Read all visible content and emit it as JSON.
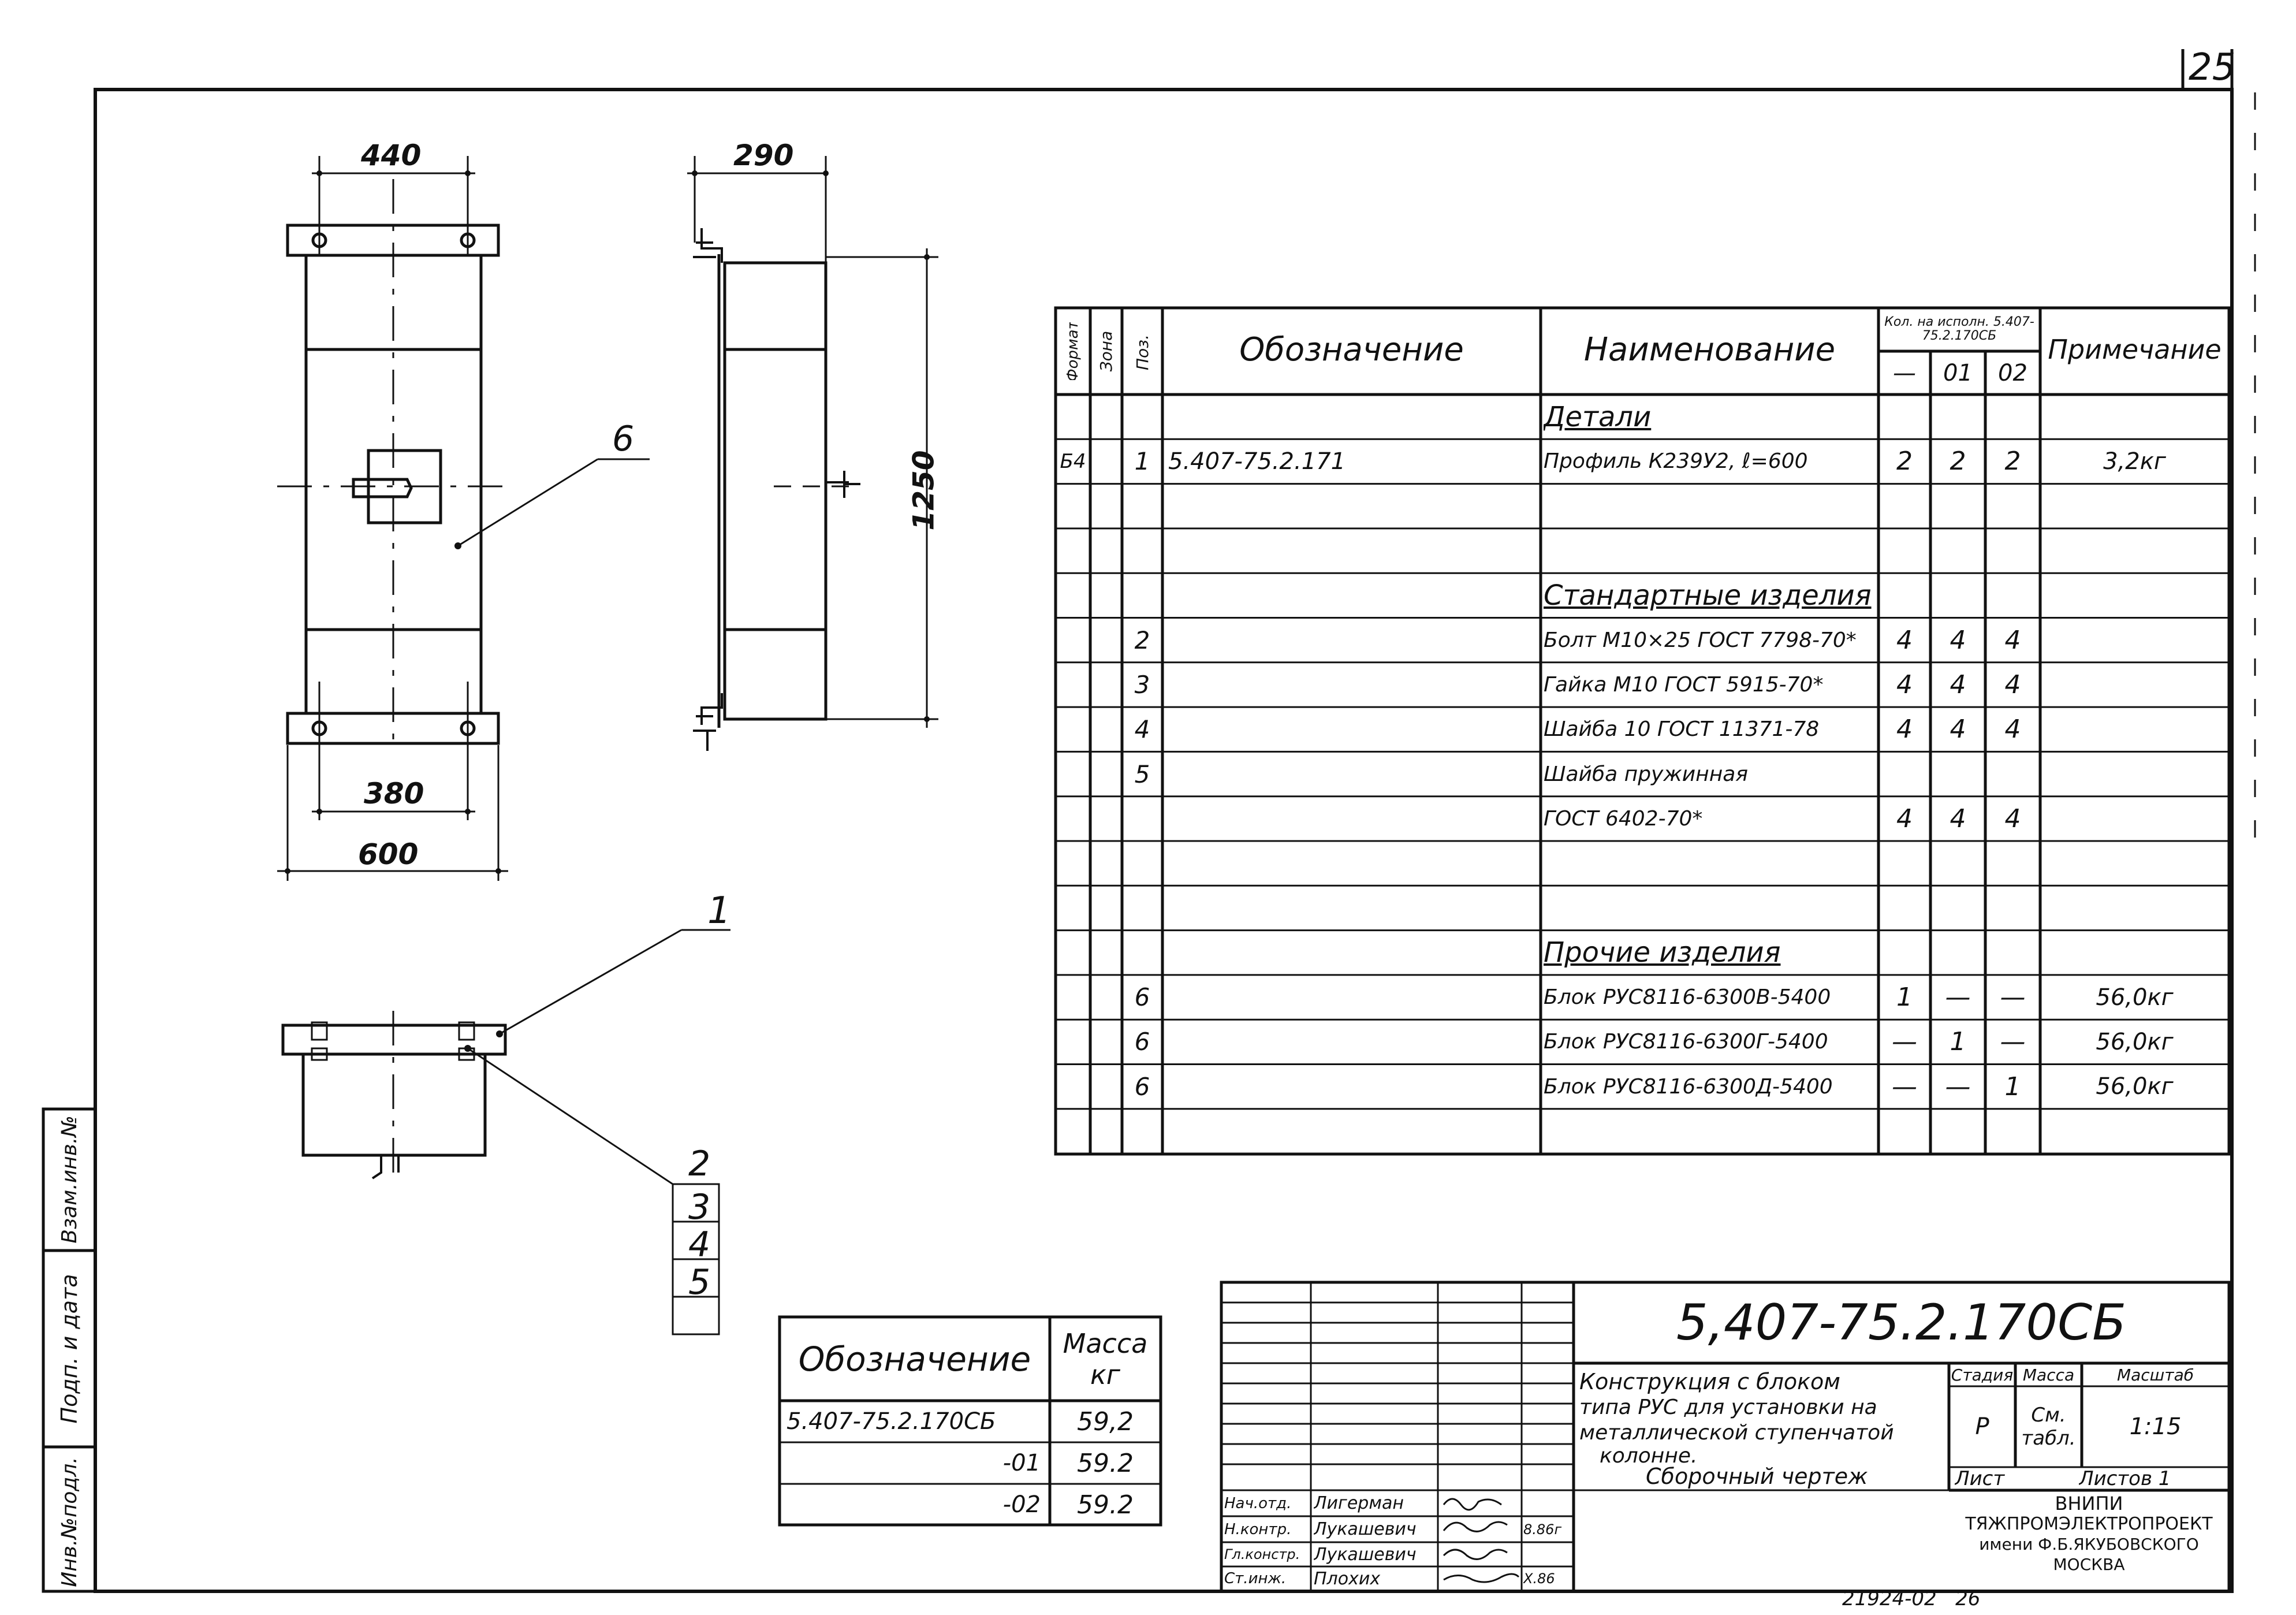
{
  "sheet_number": "25",
  "drawing": {
    "front": {
      "top_dim": "440",
      "bottom_inner_dim": "380",
      "bottom_outer_dim": "600",
      "callout": "6"
    },
    "side": {
      "top_dim": "290",
      "height_dim": "1250"
    },
    "plan": {
      "callout_top": "1",
      "callouts_stack": [
        "2",
        "3",
        "4",
        "5"
      ]
    }
  },
  "spec_table": {
    "headers": {
      "format": "Формат",
      "zone": "Зона",
      "pos": "Поз.",
      "designation": "Обозначение",
      "name": "Наименование",
      "qty": "Кол. на исполн. 5.407-75.2.170СБ",
      "qty_cols": [
        "—",
        "01",
        "02"
      ],
      "note": "Примечание"
    },
    "rows": [
      {
        "format": "",
        "pos": "",
        "designation": "",
        "name": "Детали",
        "heading": true,
        "q": [
          "",
          "",
          ""
        ],
        "note": ""
      },
      {
        "format": "Б4",
        "pos": "1",
        "designation": "5.407-75.2.171",
        "name": "Профиль К239У2, ℓ=600",
        "q": [
          "2",
          "2",
          "2"
        ],
        "note": "3,2кг"
      },
      {
        "format": "",
        "pos": "",
        "designation": "",
        "name": "",
        "q": [
          "",
          "",
          ""
        ],
        "note": ""
      },
      {
        "format": "",
        "pos": "",
        "designation": "",
        "name": "",
        "q": [
          "",
          "",
          ""
        ],
        "note": ""
      },
      {
        "format": "",
        "pos": "",
        "designation": "",
        "name": "Стандартные изделия",
        "heading": true,
        "q": [
          "",
          "",
          ""
        ],
        "note": ""
      },
      {
        "format": "",
        "pos": "2",
        "designation": "",
        "name": "Болт М10×25 ГОСТ 7798-70*",
        "q": [
          "4",
          "4",
          "4"
        ],
        "note": ""
      },
      {
        "format": "",
        "pos": "3",
        "designation": "",
        "name": "Гайка М10 ГОСТ 5915-70*",
        "q": [
          "4",
          "4",
          "4"
        ],
        "note": ""
      },
      {
        "format": "",
        "pos": "4",
        "designation": "",
        "name": "Шайба 10 ГОСТ 11371-78",
        "q": [
          "4",
          "4",
          "4"
        ],
        "note": ""
      },
      {
        "format": "",
        "pos": "5",
        "designation": "",
        "name": "Шайба пружинная",
        "q": [
          "",
          "",
          ""
        ],
        "note": ""
      },
      {
        "format": "",
        "pos": "",
        "designation": "",
        "name": "ГОСТ 6402-70*",
        "q": [
          "4",
          "4",
          "4"
        ],
        "note": ""
      },
      {
        "format": "",
        "pos": "",
        "designation": "",
        "name": "",
        "q": [
          "",
          "",
          ""
        ],
        "note": ""
      },
      {
        "format": "",
        "pos": "",
        "designation": "",
        "name": "",
        "q": [
          "",
          "",
          ""
        ],
        "note": ""
      },
      {
        "format": "",
        "pos": "",
        "designation": "",
        "name": "Прочие изделия",
        "heading": true,
        "q": [
          "",
          "",
          ""
        ],
        "note": ""
      },
      {
        "format": "",
        "pos": "6",
        "designation": "",
        "name": "Блок РУС8116-6300В-5400",
        "q": [
          "1",
          "—",
          "—"
        ],
        "note": "56,0кг"
      },
      {
        "format": "",
        "pos": "6",
        "designation": "",
        "name": "Блок РУС8116-6300Г-5400",
        "q": [
          "—",
          "1",
          "—"
        ],
        "note": "56,0кг"
      },
      {
        "format": "",
        "pos": "6",
        "designation": "",
        "name": "Блок РУС8116-6300Д-5400",
        "q": [
          "—",
          "—",
          "1"
        ],
        "note": "56,0кг"
      },
      {
        "format": "",
        "pos": "",
        "designation": "",
        "name": "",
        "q": [
          "",
          "",
          ""
        ],
        "note": ""
      }
    ]
  },
  "mass_table": {
    "h_designation": "Обозначение",
    "h_mass": "Масса кг",
    "rows": [
      {
        "d": "5.407-75.2.170СБ",
        "m": "59,2"
      },
      {
        "d": "-01",
        "m": "59.2"
      },
      {
        "d": "-02",
        "m": "59.2"
      }
    ]
  },
  "title_block": {
    "code": "5,407-75.2.170СБ",
    "title_lines": [
      "Конструкция с блоком",
      "типа РУС для установки на",
      "металлической ступенчатой",
      "колонне."
    ],
    "doc_type": "Сборочный чертеж",
    "stage_label": "Стадия",
    "mass_label": "Масса",
    "scale_label": "Масштаб",
    "stage": "Р",
    "mass": "См. табл.",
    "scale": "1:15",
    "sheet_label": "Лист",
    "sheets_label": "Листов 1",
    "org": [
      "ВНИПИ",
      "ТЯЖПРОМЭЛЕКТРОПРОЕКТ",
      "имени Ф.Б.ЯКУБОВСКОГО",
      "МОСКВА"
    ],
    "roles": [
      {
        "role": "Нач.отд.",
        "name": "Лигерман",
        "date": ""
      },
      {
        "role": "Н.контр.",
        "name": "Лукашевич",
        "date": "8.86г"
      },
      {
        "role": "Гл.констр.",
        "name": "Лукашевич",
        "date": ""
      },
      {
        "role": "Ст.инж.",
        "name": "Плохих",
        "date": "Х.86"
      }
    ]
  },
  "side_stamp": [
    "Инв.№подл.",
    "Подп. и дата",
    "Взам.инв.№"
  ],
  "bottom_code": "21924-02   26"
}
